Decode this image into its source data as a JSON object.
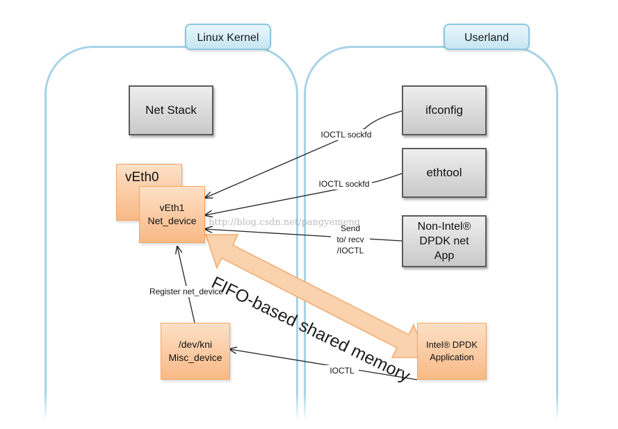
{
  "regions": {
    "kernel_label": "Linux Kernel",
    "userland_label": "Userland"
  },
  "kernel": {
    "net_stack": "Net Stack",
    "veth0": "vEth0",
    "veth1_line1": "vEth1",
    "veth1_line2": "Net_device",
    "kni_line1": "/dev/kni",
    "kni_line2": "Misc_device",
    "register_label": "Register net_device"
  },
  "userland": {
    "ifconfig": "ifconfig",
    "ethtool": "ethtool",
    "nonintel_line1": "Non-Intel®",
    "nonintel_line2": "DPDK net",
    "nonintel_line3": "App",
    "intel_line1": "Intel® DPDK",
    "intel_line2": "Application"
  },
  "connections": {
    "ioctl_sockfd_1": "IOCTL sockfd",
    "ioctl_sockfd_2": "IOCTL sockfd",
    "send_line1": "Send",
    "send_line2": "to/ recv",
    "send_line3": "/IOCTL",
    "ioctl": "IOCTL",
    "fifo": "FIFO-based shared memory"
  },
  "watermark": "http://blog.csdn.net/pangyemeng",
  "colors": {
    "region_border": "#a6d3e6",
    "orange_box": "#f8b985",
    "gray_box": "#c9c9c9",
    "arrow_fill": "#fad2ad"
  }
}
